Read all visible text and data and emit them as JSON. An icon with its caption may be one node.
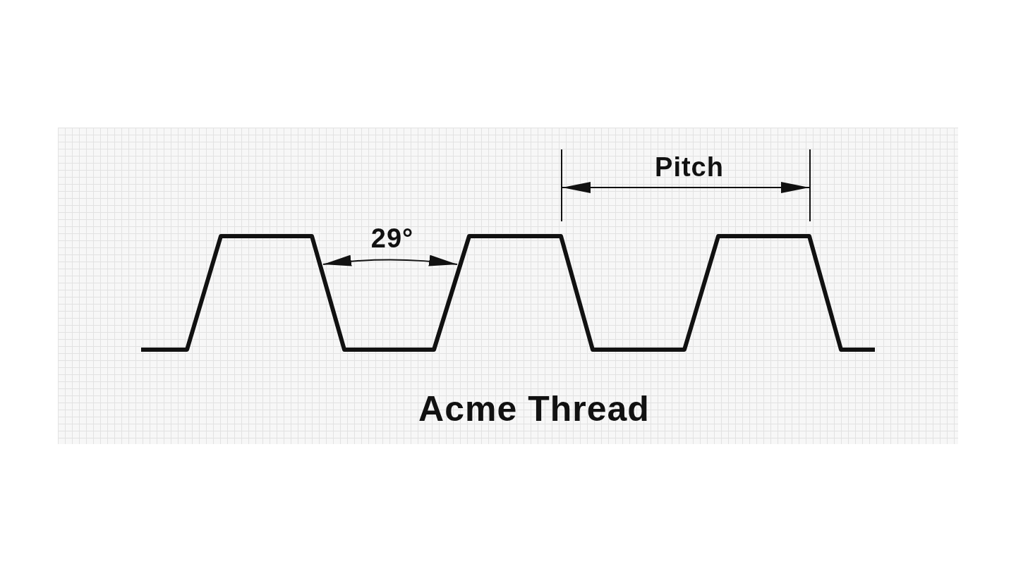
{
  "diagram": {
    "title": "Acme Thread",
    "labels": [
      "29°",
      "Pitch"
    ]
  }
}
